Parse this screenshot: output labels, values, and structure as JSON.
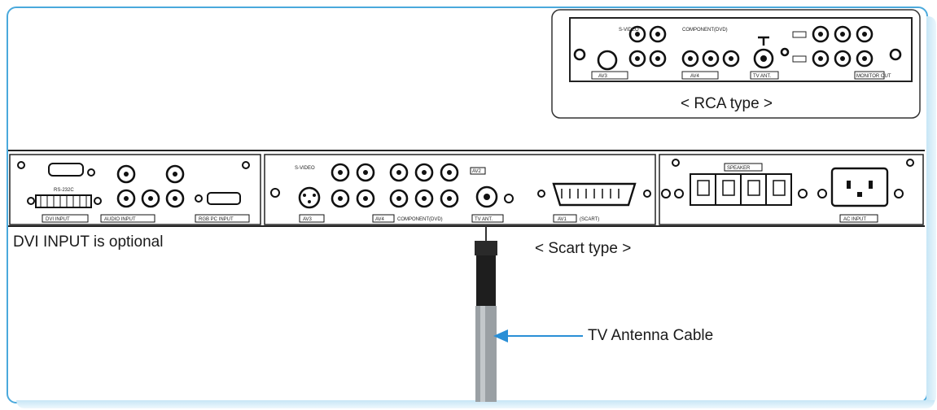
{
  "labels": {
    "rca_type": "< RCA type >",
    "scart_type": "< Scart type >",
    "dvi_note": "DVI INPUT is optional",
    "antenna_cable": "TV Antenna Cable"
  },
  "panel_labels": {
    "rs232c": "RS-232C",
    "dvi_input": "DVI INPUT",
    "audio_input": "AUDIO INPUT",
    "rgb_pc_input": "RGB PC INPUT",
    "s_video": "S-VIDEO",
    "av2": "AV2",
    "av3": "AV3",
    "av4": "AV4",
    "component_dvd": "COMPONENT(DVD)",
    "tv_ant": "TV ANT.",
    "av1_scart": "AV1",
    "scart_sub": "(SCART)",
    "speaker": "SPEAKER",
    "ac_input": "AC INPUT",
    "monitor_out": "MONITOR OUT"
  },
  "colors": {
    "frame_border": "#4aa9dc",
    "arrow": "#2a8fd6",
    "cable": "#9aa0a4"
  }
}
